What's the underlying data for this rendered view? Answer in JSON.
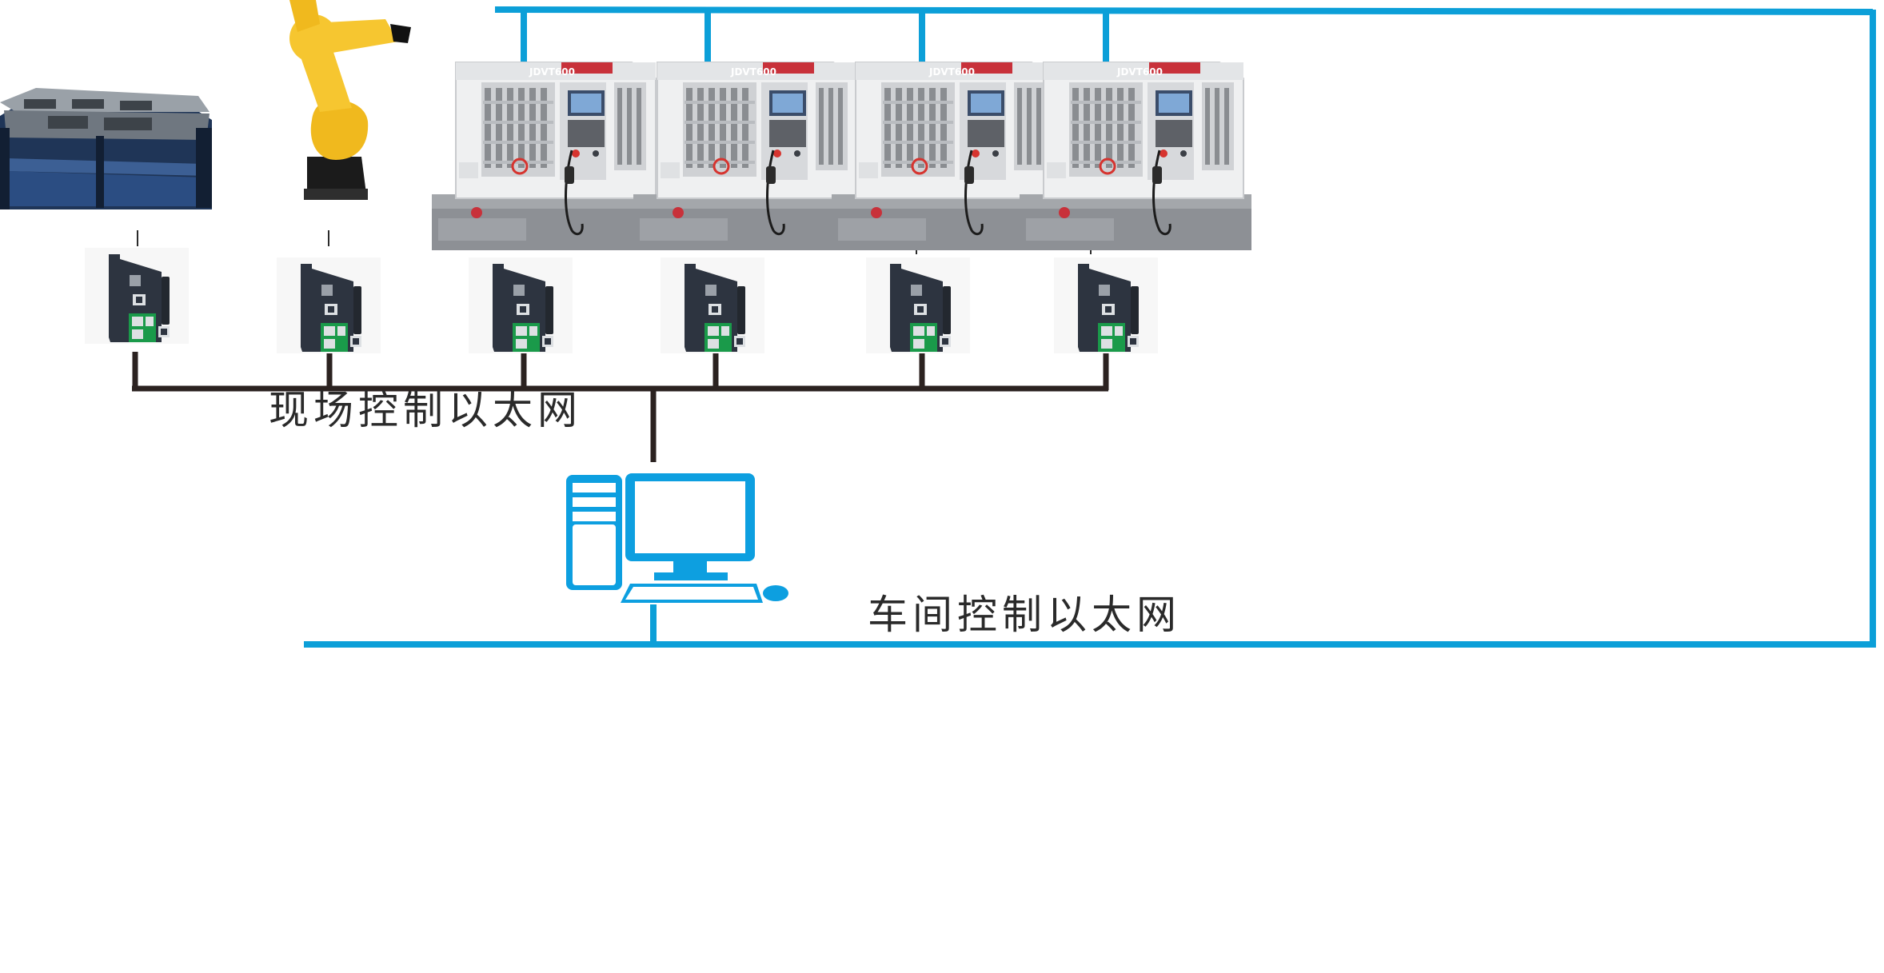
{
  "labels": {
    "field_network": "现场控制以太网",
    "workshop_network": "车间控制以太网"
  },
  "cnc_brand": "JDVT600",
  "colors": {
    "workshop_line": "#0c9fd8",
    "field_line": "#2b2220",
    "computer": "#0d9fe0",
    "robot": "#f6c630",
    "module_body": "#2d3440",
    "module_ports": "#1a9a4a",
    "cnc_body": "#f1f2f3",
    "cnc_base": "#8c8f94",
    "fixture": "#1f3557"
  },
  "icons": {
    "fixture": "fixture-table-icon",
    "robot": "robot-arm-icon",
    "cnc": "cnc-machine-icon",
    "module": "ethernet-module-icon",
    "computer": "desktop-computer-icon"
  }
}
